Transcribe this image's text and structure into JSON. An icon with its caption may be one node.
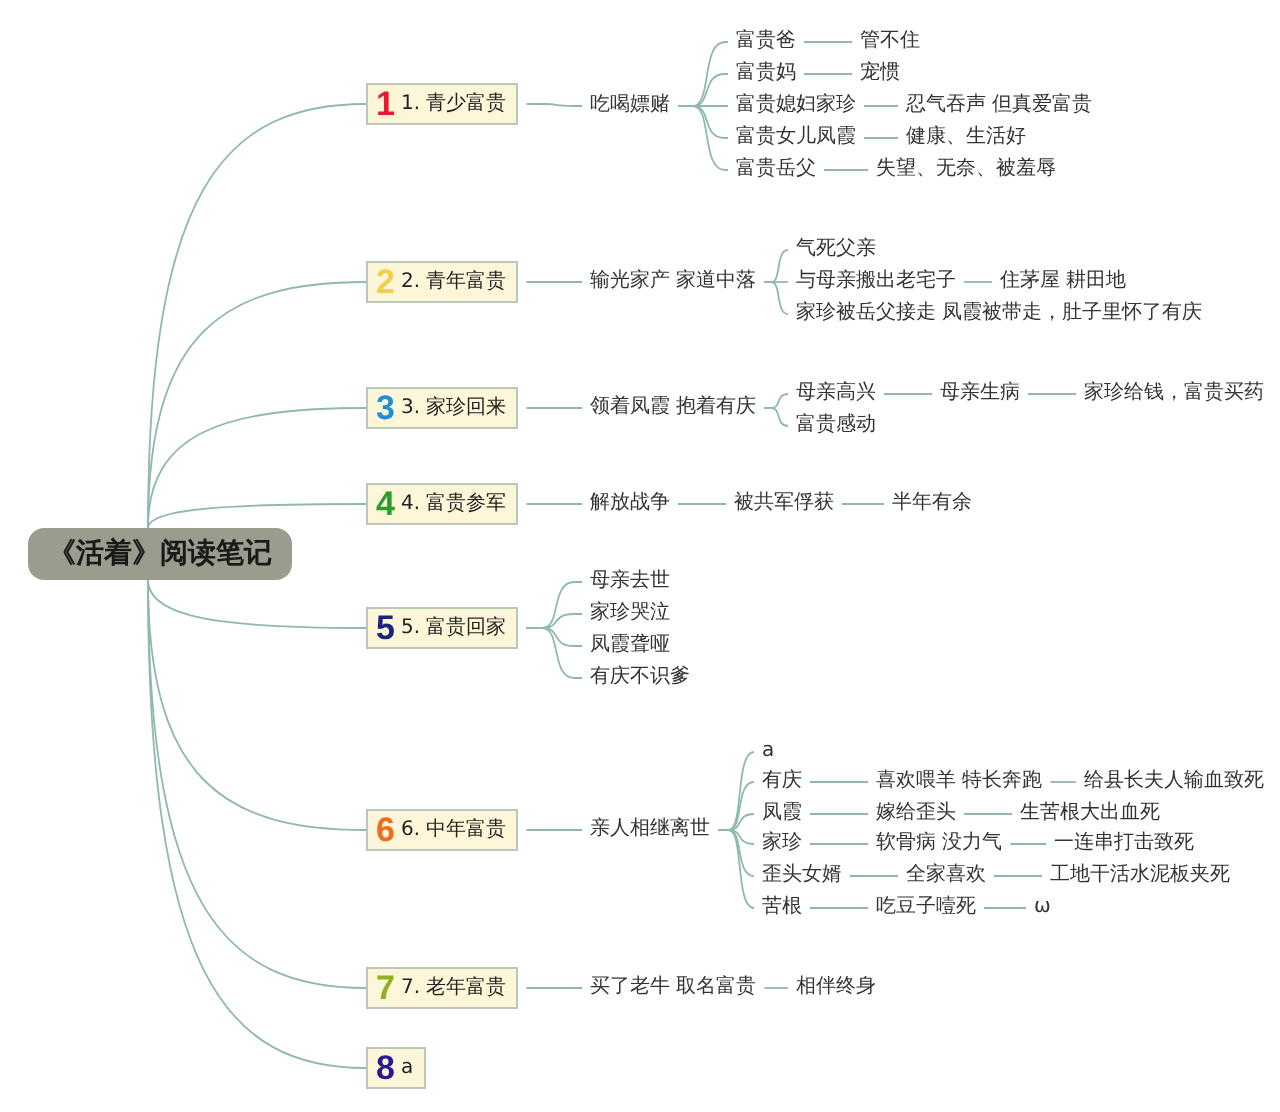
{
  "diagram": {
    "nodes": [
      {
        "text": [
          "《活着》阅读笔记"
        ]
      },
      {
        "text": [
          "1",
          "1. 青少富贵"
        ]
      },
      {
        "text": [
          "吃喝嫖赌"
        ]
      },
      {
        "text": [
          "富贵爸"
        ]
      },
      {
        "text": [
          "管不住"
        ]
      },
      {
        "text": [
          "富贵妈"
        ]
      },
      {
        "text": [
          "宠惯"
        ]
      },
      {
        "text": [
          "富贵媳妇家珍"
        ]
      },
      {
        "text": [
          "忍气吞声 但真爱富贵"
        ]
      },
      {
        "text": [
          "富贵女儿凤霞"
        ]
      },
      {
        "text": [
          "健康、生活好"
        ]
      },
      {
        "text": [
          "富贵岳父"
        ]
      },
      {
        "text": [
          "失望、无奈、被羞辱"
        ]
      },
      {
        "text": [
          "2",
          "2. 青年富贵"
        ]
      },
      {
        "text": [
          "输光家产 家道中落"
        ]
      },
      {
        "text": [
          "气死父亲"
        ]
      },
      {
        "text": [
          "与母亲搬出老宅子"
        ]
      },
      {
        "text": [
          "住茅屋 耕田地"
        ]
      },
      {
        "text": [
          "家珍被岳父接走 凤霞被带走，肚子里怀了有庆"
        ]
      },
      {
        "text": [
          "3",
          "3. 家珍回来"
        ]
      },
      {
        "text": [
          "领着凤霞 抱着有庆"
        ]
      },
      {
        "text": [
          "母亲高兴"
        ]
      },
      {
        "text": [
          "母亲生病"
        ]
      },
      {
        "text": [
          "家珍给钱，富贵买药"
        ]
      },
      {
        "text": [
          "富贵感动"
        ]
      },
      {
        "text": [
          "4",
          "4. 富贵参军"
        ]
      },
      {
        "text": [
          "解放战争"
        ]
      },
      {
        "text": [
          "被共军俘获"
        ]
      },
      {
        "text": [
          "半年有余"
        ]
      },
      {
        "text": [
          "5",
          "5. 富贵回家"
        ]
      },
      {
        "text": [
          "母亲去世"
        ]
      },
      {
        "text": [
          "家珍哭泣"
        ]
      },
      {
        "text": [
          "凤霞聋哑"
        ]
      },
      {
        "text": [
          "有庆不识爹"
        ]
      },
      {
        "text": [
          "6",
          "6. 中年富贵"
        ]
      },
      {
        "text": [
          "亲人相继离世"
        ]
      },
      {
        "text": [
          "a"
        ]
      },
      {
        "text": [
          "有庆"
        ]
      },
      {
        "text": [
          "喜欢喂羊 特长奔跑"
        ]
      },
      {
        "text": [
          "给县长夫人输血致死"
        ]
      },
      {
        "text": [
          "凤霞"
        ]
      },
      {
        "text": [
          "嫁给歪头"
        ]
      },
      {
        "text": [
          "生苦根大出血死"
        ]
      },
      {
        "text": [
          "家珍"
        ]
      },
      {
        "text": [
          "软骨病 没力气"
        ]
      },
      {
        "text": [
          "一连串打击致死"
        ]
      },
      {
        "text": [
          "歪头女婿"
        ]
      },
      {
        "text": [
          "全家喜欢"
        ]
      },
      {
        "text": [
          "工地干活水泥板夹死"
        ]
      },
      {
        "text": [
          "苦根"
        ]
      },
      {
        "text": [
          "吃豆子噎死"
        ]
      },
      {
        "text": [
          "ω"
        ]
      },
      {
        "text": [
          "7",
          "7. 老年富贵"
        ]
      },
      {
        "text": [
          "买了老牛 取名富贵"
        ]
      },
      {
        "text": [
          "相伴终身"
        ]
      },
      {
        "text": [
          "8",
          "a"
        ]
      }
    ],
    "edges": [
      {
        "from": 0,
        "to": 1,
        "arrow": "none"
      },
      {
        "from": 0,
        "to": 13,
        "arrow": "none"
      },
      {
        "from": 0,
        "to": 19,
        "arrow": "none"
      },
      {
        "from": 0,
        "to": 25,
        "arrow": "none"
      },
      {
        "from": 0,
        "to": 29,
        "arrow": "none"
      },
      {
        "from": 0,
        "to": 34,
        "arrow": "none"
      },
      {
        "from": 0,
        "to": 52,
        "arrow": "none"
      },
      {
        "from": 0,
        "to": 55,
        "arrow": "none"
      },
      {
        "from": 1,
        "to": 2,
        "arrow": "none"
      },
      {
        "from": 2,
        "to": 3,
        "arrow": "none"
      },
      {
        "from": 2,
        "to": 5,
        "arrow": "none"
      },
      {
        "from": 2,
        "to": 7,
        "arrow": "none"
      },
      {
        "from": 2,
        "to": 9,
        "arrow": "none"
      },
      {
        "from": 2,
        "to": 11,
        "arrow": "none"
      },
      {
        "from": 3,
        "to": 4,
        "arrow": "none"
      },
      {
        "from": 5,
        "to": 6,
        "arrow": "none"
      },
      {
        "from": 7,
        "to": 8,
        "arrow": "none"
      },
      {
        "from": 9,
        "to": 10,
        "arrow": "none"
      },
      {
        "from": 11,
        "to": 12,
        "arrow": "none"
      },
      {
        "from": 13,
        "to": 14,
        "arrow": "none"
      },
      {
        "from": 14,
        "to": 15,
        "arrow": "none"
      },
      {
        "from": 14,
        "to": 16,
        "arrow": "none"
      },
      {
        "from": 14,
        "to": 18,
        "arrow": "none"
      },
      {
        "from": 16,
        "to": 17,
        "arrow": "none"
      },
      {
        "from": 19,
        "to": 20,
        "arrow": "none"
      },
      {
        "from": 20,
        "to": 21,
        "arrow": "none"
      },
      {
        "from": 20,
        "to": 24,
        "arrow": "none"
      },
      {
        "from": 21,
        "to": 22,
        "arrow": "none"
      },
      {
        "from": 22,
        "to": 23,
        "arrow": "none"
      },
      {
        "from": 25,
        "to": 26,
        "arrow": "none"
      },
      {
        "from": 26,
        "to": 27,
        "arrow": "none"
      },
      {
        "from": 27,
        "to": 28,
        "arrow": "none"
      },
      {
        "from": 29,
        "to": 30,
        "arrow": "none"
      },
      {
        "from": 29,
        "to": 31,
        "arrow": "none"
      },
      {
        "from": 29,
        "to": 32,
        "arrow": "none"
      },
      {
        "from": 29,
        "to": 33,
        "arrow": "none"
      },
      {
        "from": 34,
        "to": 35,
        "arrow": "none"
      },
      {
        "from": 35,
        "to": 36,
        "arrow": "none"
      },
      {
        "from": 35,
        "to": 37,
        "arrow": "none"
      },
      {
        "from": 35,
        "to": 40,
        "arrow": "none"
      },
      {
        "from": 35,
        "to": 43,
        "arrow": "none"
      },
      {
        "from": 35,
        "to": 46,
        "arrow": "none"
      },
      {
        "from": 35,
        "to": 49,
        "arrow": "none"
      },
      {
        "from": 37,
        "to": 38,
        "arrow": "none"
      },
      {
        "from": 38,
        "to": 39,
        "arrow": "none"
      },
      {
        "from": 40,
        "to": 41,
        "arrow": "none"
      },
      {
        "from": 41,
        "to": 42,
        "arrow": "none"
      },
      {
        "from": 43,
        "to": 44,
        "arrow": "none"
      },
      {
        "from": 44,
        "to": 45,
        "arrow": "none"
      },
      {
        "from": 46,
        "to": 47,
        "arrow": "none"
      },
      {
        "from": 47,
        "to": 48,
        "arrow": "none"
      },
      {
        "from": 49,
        "to": 50,
        "arrow": "none"
      },
      {
        "from": 50,
        "to": 51,
        "arrow": "none"
      },
      {
        "from": 52,
        "to": 53,
        "arrow": "none"
      },
      {
        "from": 53,
        "to": 54,
        "arrow": "none"
      }
    ]
  }
}
